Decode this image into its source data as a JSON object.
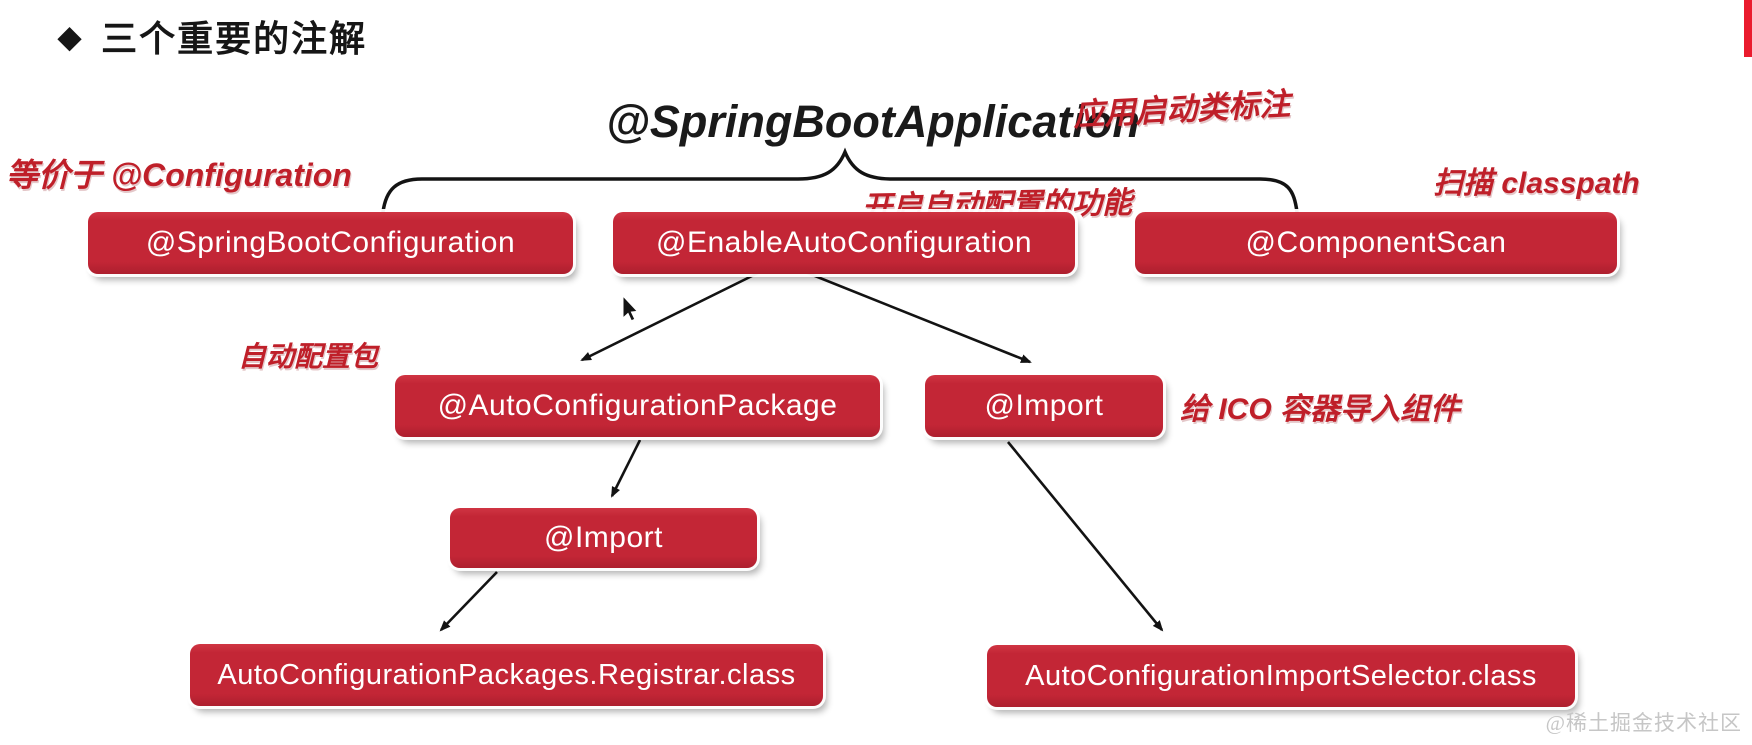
{
  "title": {
    "bullet": "◆",
    "text": "三个重要的注解"
  },
  "heading": {
    "text": "@SpringBootApplication"
  },
  "callouts": {
    "app_startup_label": "应用启动类标注",
    "equivalent_config": "等价于 @Configuration",
    "enable_auto_feature": "开启自动配置的功能",
    "scan_classpath": "扫描 classpath",
    "auto_config_package": "自动配置包",
    "import_to_container": "给 ICO 容器导入组件"
  },
  "nodes": {
    "spring_boot_configuration": "@SpringBootConfiguration",
    "enable_auto_configuration": "@EnableAutoConfiguration",
    "component_scan": "@ComponentScan",
    "auto_configuration_package": "@AutoConfigurationPackage",
    "import_upper": "@Import",
    "import_lower": "@Import",
    "registrar_class": "AutoConfigurationPackages.Registrar.class",
    "import_selector_class": "AutoConfigurationImportSelector.class"
  },
  "watermark": {
    "text": "@稀土掘金技术社区"
  },
  "colors": {
    "node_red": "#c32636",
    "callout_red": "#bf1f29",
    "title_black": "#161616",
    "watermark_gray": "#c6c6c6",
    "edge_bar_red": "#ea1b2d",
    "line_black": "#131313"
  }
}
